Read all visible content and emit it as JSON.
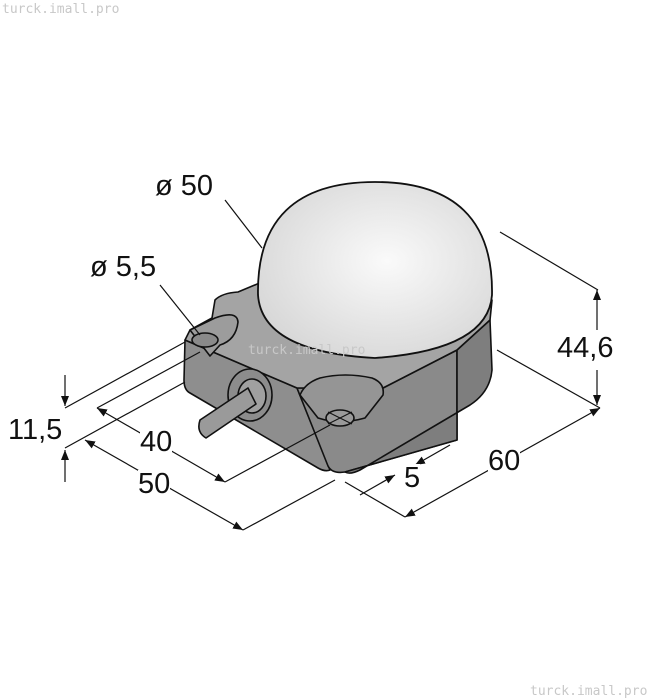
{
  "watermark": "turck.imall.pro",
  "dimensions": {
    "dome_diameter": "ø 50",
    "hole_diameter": "ø 5,5",
    "height": "44,6",
    "base_height": "11,5",
    "hole_spacing": "40",
    "width": "50",
    "offset": "5",
    "depth": "60"
  },
  "colors": {
    "housing": "#9a9a9a",
    "dome": "#ececec",
    "line": "#111111"
  }
}
